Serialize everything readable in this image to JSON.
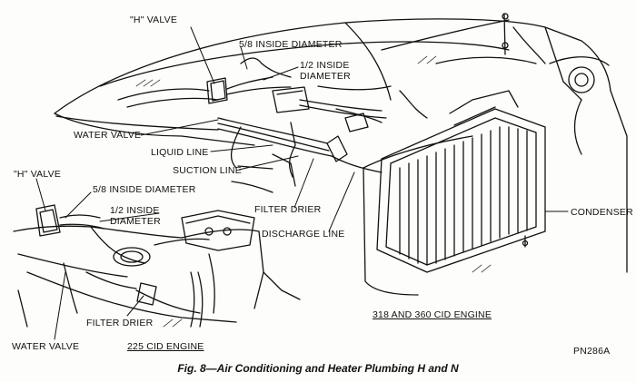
{
  "labels": {
    "h_valve_top": "\"H\" VALVE",
    "inside_58_top": "5/8 INSIDE DIAMETER",
    "inside_12_top_1": "1/2 INSIDE",
    "inside_12_top_2": "DIAMETER",
    "water_valve_top": "WATER VALVE",
    "liquid_line": "LIQUID LINE",
    "suction_line": "SUCTION LINE",
    "h_valve_left": "\"H\" VALVE",
    "inside_58_left": "5/8 INSIDE DIAMETER",
    "inside_12_left_1": "1/2 INSIDE",
    "inside_12_left_2": "DIAMETER",
    "filter_drier_mid": "FILTER DRIER",
    "discharge_line": "DISCHARGE LINE",
    "condenser": "CONDENSER",
    "engine_318_360": "318 AND 360 CID ENGINE",
    "filter_drier_bottom": "FILTER DRIER",
    "water_valve_bottom": "WATER VALVE",
    "engine_225": "225 CID ENGINE",
    "part_number": "PN286A"
  },
  "caption": "Fig. 8—Air Conditioning and Heater Plumbing H and N",
  "colors": {
    "ink": "#111111",
    "paper": "#fdfdfb"
  }
}
